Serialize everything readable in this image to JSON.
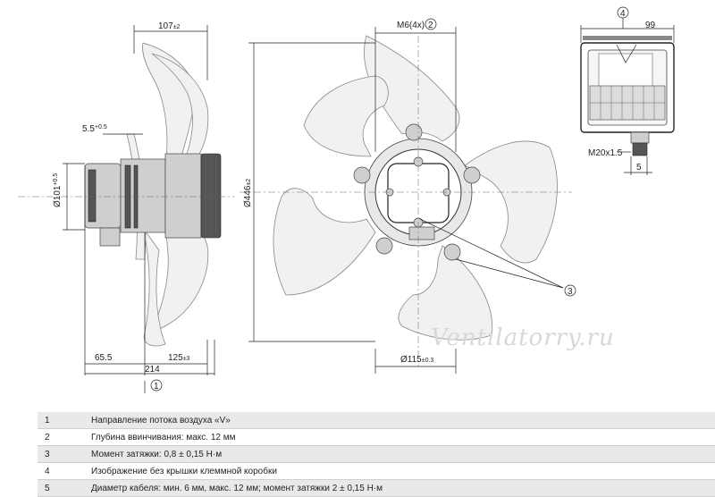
{
  "dimensions": {
    "width_107": "107",
    "tol_107": "±2",
    "screw": "M6(4x)",
    "screw_note_ref": "2",
    "depth_5_5": "5.5",
    "tol_5_5": "+0.5",
    "dia_101": "Ø101",
    "tol_101": "+0.5",
    "dia_446": "Ø446",
    "tol_446": "±2",
    "len_65_5": "65.5",
    "len_125": "125",
    "tol_125": "±3",
    "len_214": "214",
    "dia_115": "Ø115",
    "tol_115": "±0.3",
    "box_99": "99",
    "gland": "M20x1.5",
    "gland_5": "5",
    "ref_1": "1",
    "ref_3": "3",
    "ref_4": "4"
  },
  "watermark": "Ventilatorry.ru",
  "legend": [
    {
      "num": "1",
      "text": "Направление потока воздуха «V»"
    },
    {
      "num": "2",
      "text": "Глубина ввинчивания: макс. 12 мм"
    },
    {
      "num": "3",
      "text": "Момент затяжки: 0,8 ± 0,15 Н·м"
    },
    {
      "num": "4",
      "text": "Изображение без крышки клеммной коробки"
    },
    {
      "num": "5",
      "text": "Диаметр кабеля: мин. 6 мм, макс. 12 мм; момент затяжки 2 ± 0,15 Н·м"
    }
  ],
  "colors": {
    "blade_fill": "#f1f1f1",
    "legend_stripe": "#e9e9e9"
  }
}
